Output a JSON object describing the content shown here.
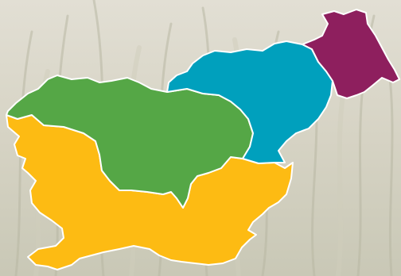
{
  "map": {
    "background_color": "#d9d5c8",
    "border_color": "#ffffff",
    "regions": [
      {
        "id": "northeast",
        "color": "#8e1f5e"
      },
      {
        "id": "east",
        "color": "#00a0bd"
      },
      {
        "id": "central",
        "color": "#55a746"
      },
      {
        "id": "southwest",
        "color": "#fdbb13"
      }
    ]
  }
}
